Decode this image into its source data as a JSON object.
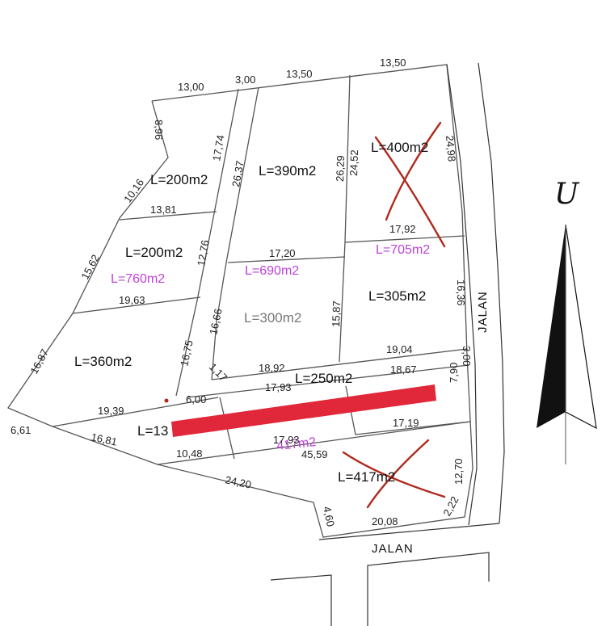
{
  "lots": [
    {
      "id": "top-left",
      "area": "L=200m2"
    },
    {
      "id": "top-mid",
      "area": "L=390m2"
    },
    {
      "id": "top-right",
      "area": "L=400m2"
    },
    {
      "id": "mid-left",
      "area": "L=200m2"
    },
    {
      "id": "center",
      "area": "L=300m2"
    },
    {
      "id": "mid-right",
      "area": "L=305m2"
    },
    {
      "id": "left",
      "area": "L=360m2"
    },
    {
      "id": "strip",
      "area": "L=250m2"
    },
    {
      "id": "bottom-left",
      "area": "L=13"
    },
    {
      "id": "bottom-right",
      "area": "L=417m2"
    }
  ],
  "notes": {
    "left": "L=760m2",
    "center": "L=690m2",
    "right": "L=705m2",
    "bottom": "417m2"
  },
  "measurements": [
    "13,00",
    "3,00",
    "13,50",
    "13,50",
    "8,96",
    "17,74",
    "26,37",
    "26,29",
    "24,52",
    "24,98",
    "10,16",
    "13,81",
    "17,92",
    "15,62",
    "12,76",
    "17,20",
    "16,36",
    "19,63",
    "16,66",
    "15,87",
    "16,87",
    "16,75",
    "18,92",
    "19,04",
    "3,00",
    "1,17",
    "17,93",
    "18,67",
    "7,90",
    "6,00",
    "19,39",
    "17,19",
    "6,61",
    "16,81",
    "10,48",
    "17,93",
    "45,59",
    "12,70",
    "24,20",
    "4,60",
    "20,08",
    "2,22"
  ],
  "roads": {
    "east": "JALAN",
    "south": "JALAN"
  },
  "north_label": "U",
  "colors": {
    "note": "#c040d8",
    "cross": "#b02a1e",
    "bar": "#e0283a"
  }
}
